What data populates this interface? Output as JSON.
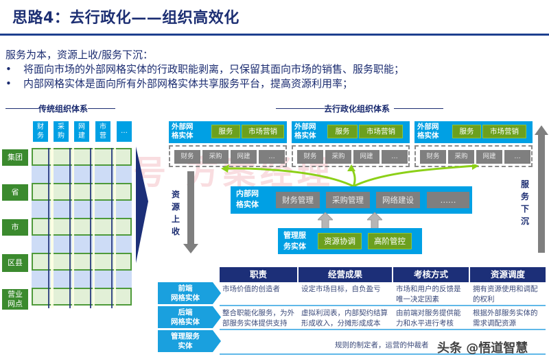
{
  "header": {
    "title": "思路4：去行政化——组织高效化"
  },
  "intro": {
    "lead": "服务为本，资源上收/服务下沉：",
    "bullets": [
      "将面向市场的外部网格实体的行政职能剥离，只保留其面向市场的销售、服务职能；",
      "内部网格实体是面向所有外部网格实体共享服务平台，提高资源利用率；"
    ],
    "bullet_symbol": "•"
  },
  "traditional": {
    "label": "传统组织体系",
    "functions": [
      "财\n务",
      "采\n购",
      "网\n建",
      "市\n营",
      "…"
    ],
    "levels": [
      "集团",
      "省",
      "市",
      "区县",
      "营业\n网点"
    ]
  },
  "deadmin": {
    "label": "去行政化组织体系",
    "external_units": [
      {
        "label": "外部网\n格实体",
        "services": [
          "服务",
          "市场营销"
        ],
        "functions": [
          "财务",
          "采购",
          "网建",
          "…"
        ]
      },
      {
        "label": "外部网\n格实体",
        "services": [
          "服务",
          "市场营销"
        ],
        "functions": [
          "财务",
          "采购",
          "网建",
          "…"
        ]
      },
      {
        "label": "外部网\n格实体",
        "services": [
          "服务",
          "市场营销"
        ],
        "functions": [
          "财务",
          "采购",
          "网建",
          "…"
        ]
      }
    ],
    "internal": {
      "label": "内部网\n格实体",
      "functions": [
        "财务管理",
        "采购管理",
        "网络建设",
        "……"
      ]
    },
    "management": {
      "label": "管理服\n务实体",
      "functions": [
        "资源协调",
        "高阶管控"
      ]
    },
    "left_arrow_text": "资\n源\n上\n收",
    "right_arrow_text": "服\n务\n下\n沉"
  },
  "table": {
    "headers": [
      "职责",
      "经营成果",
      "考核方式",
      "资源调度"
    ],
    "rows": [
      {
        "tag": "前端\n网格实体",
        "cells": [
          "市场价值的创造者",
          "设定市场目标，自负盈亏",
          "市场和用户的反馈是唯一决定因素",
          "拥有资源使用和调配的权利"
        ]
      },
      {
        "tag": "后端\n网格实体",
        "cells": [
          "整合职能化服务，为外部服务实体提供支持",
          "虚拟利润表，内部契约结算形成收入，分摊形成成本",
          "由前端对服务提供能力和水平进行考核",
          "根据外部服务实体的需求调配资源"
        ]
      },
      {
        "tag": "管理服务\n实体",
        "merged": "规则的制定者，运营的仲裁者"
      }
    ]
  },
  "watermark": {
    "text": "头条 @悟道智慧",
    "ghost": "众号 方案经理"
  },
  "colors": {
    "title": "#1d2f73",
    "blue": "#00a0e4",
    "green": "#6ca01e",
    "gray": "#7f7f7f",
    "navy": "#1c2f78"
  }
}
